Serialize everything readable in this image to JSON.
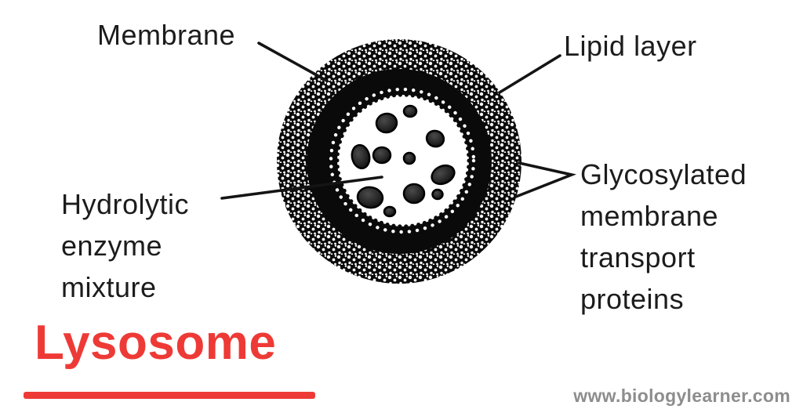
{
  "page": {
    "background_color": "#ffffff"
  },
  "title": {
    "text": "Lysosome",
    "color": "#ee3a36"
  },
  "watermark": {
    "text": "www.biologylearner.com",
    "color": "#8d8d8d"
  },
  "labels": {
    "membrane": {
      "text": "Membrane"
    },
    "lipid_layer": {
      "text": "Lipid layer"
    },
    "hydrolytic_enzyme_mixture": {
      "lines": [
        "Hydrolytic",
        "enzyme",
        "mixture"
      ]
    },
    "glycosylated_membrane_transport_proteins": {
      "lines": [
        "Glycosylated",
        "membrane",
        "transport",
        "proteins"
      ]
    }
  },
  "diagram": {
    "subject": "Lysosome cross-section drawing",
    "ink_color": "#0a0a0a",
    "lumen_color": "#ffffff",
    "parts": [
      "Membrane (stippled outer ring)",
      "Lipid layer (solid black ring)",
      "Hydrolytic enzyme mixture (granules in lumen)",
      "Glycosylated membrane transport proteins (in membrane)"
    ]
  }
}
